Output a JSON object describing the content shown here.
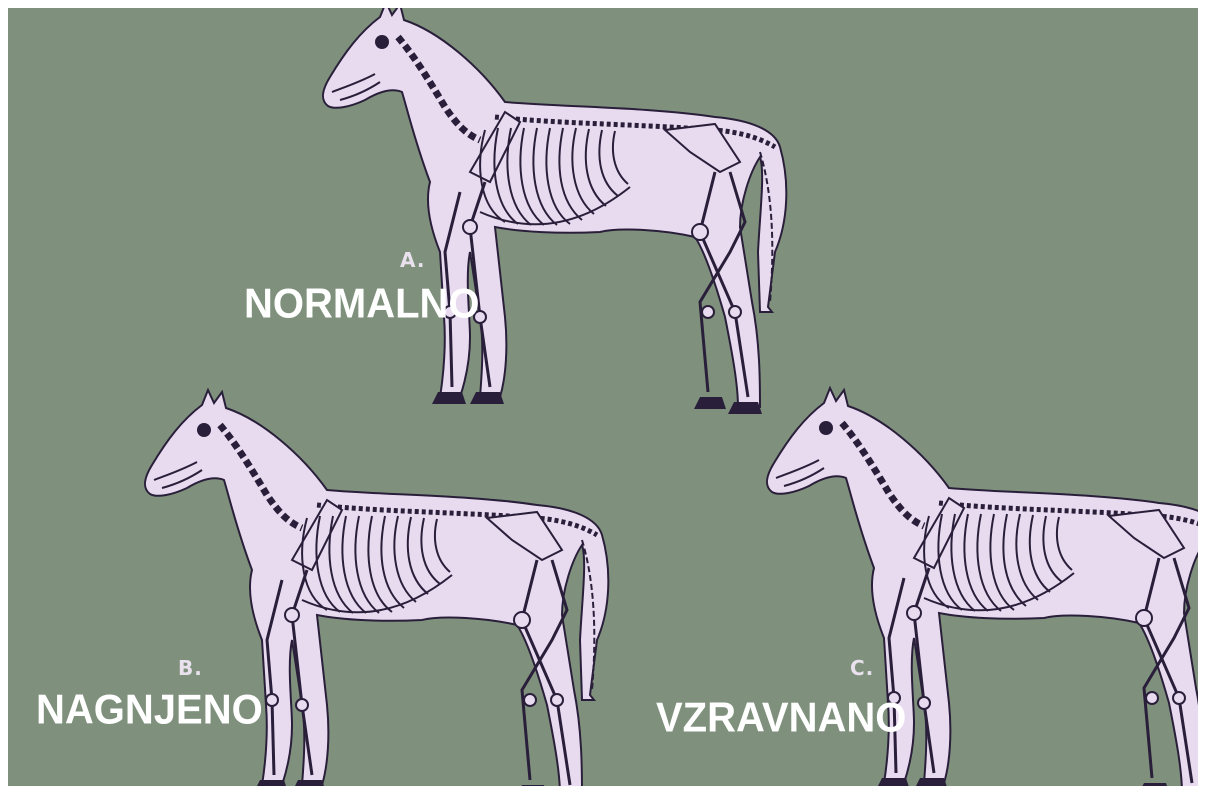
{
  "colors": {
    "background": "#7f917d",
    "horse_fill": "#e8dbf0",
    "bone_line": "#2a1f3a",
    "text_white": "#ffffff"
  },
  "figures": [
    {
      "id": "a",
      "letter": "A.",
      "caption": "NORMALNO"
    },
    {
      "id": "b",
      "letter": "B.",
      "caption": "NAGNJENO"
    },
    {
      "id": "c",
      "letter": "C.",
      "caption": "VZRAVNANO"
    }
  ]
}
